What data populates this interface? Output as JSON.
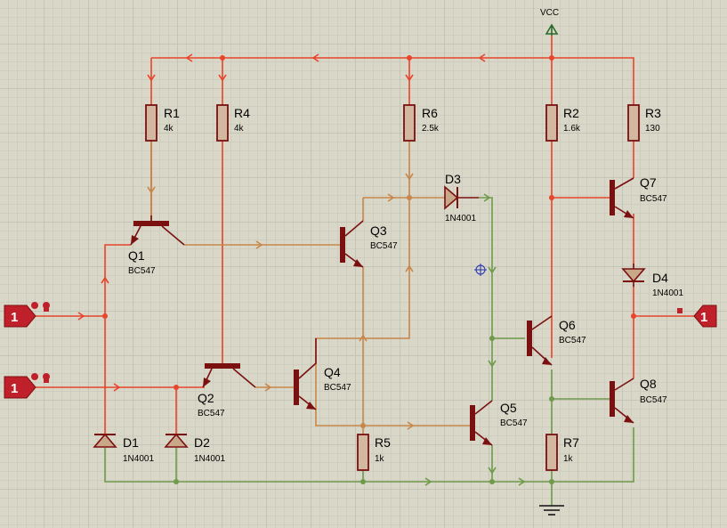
{
  "power": {
    "vcc_label": "VCC"
  },
  "terminals": {
    "in1": "1",
    "in2": "1",
    "out": "1"
  },
  "resistors": {
    "R1": {
      "name": "R1",
      "value": "4k"
    },
    "R4": {
      "name": "R4",
      "value": "4k"
    },
    "R6": {
      "name": "R6",
      "value": "2.5k"
    },
    "R2": {
      "name": "R2",
      "value": "1.6k"
    },
    "R3": {
      "name": "R3",
      "value": "130"
    },
    "R5": {
      "name": "R5",
      "value": "1k"
    },
    "R7": {
      "name": "R7",
      "value": "1k"
    }
  },
  "transistors": {
    "Q1": {
      "name": "Q1",
      "value": "BC547"
    },
    "Q2": {
      "name": "Q2",
      "value": "BC547"
    },
    "Q3": {
      "name": "Q3",
      "value": "BC547"
    },
    "Q4": {
      "name": "Q4",
      "value": "BC547"
    },
    "Q5": {
      "name": "Q5",
      "value": "BC547"
    },
    "Q6": {
      "name": "Q6",
      "value": "BC547"
    },
    "Q7": {
      "name": "Q7",
      "value": "BC547"
    },
    "Q8": {
      "name": "Q8",
      "value": "BC547"
    }
  },
  "diodes": {
    "D1": {
      "name": "D1",
      "value": "1N4001"
    },
    "D2": {
      "name": "D2",
      "value": "1N4001"
    },
    "D3": {
      "name": "D3",
      "value": "1N4001"
    },
    "D4": {
      "name": "D4",
      "value": "1N4001"
    }
  },
  "colors": {
    "wire_high": "#e8452b",
    "wire_mid": "#c8874a",
    "wire_low": "#6e9a4a",
    "component": "#7a1010",
    "grid": "#d9d7c8"
  }
}
